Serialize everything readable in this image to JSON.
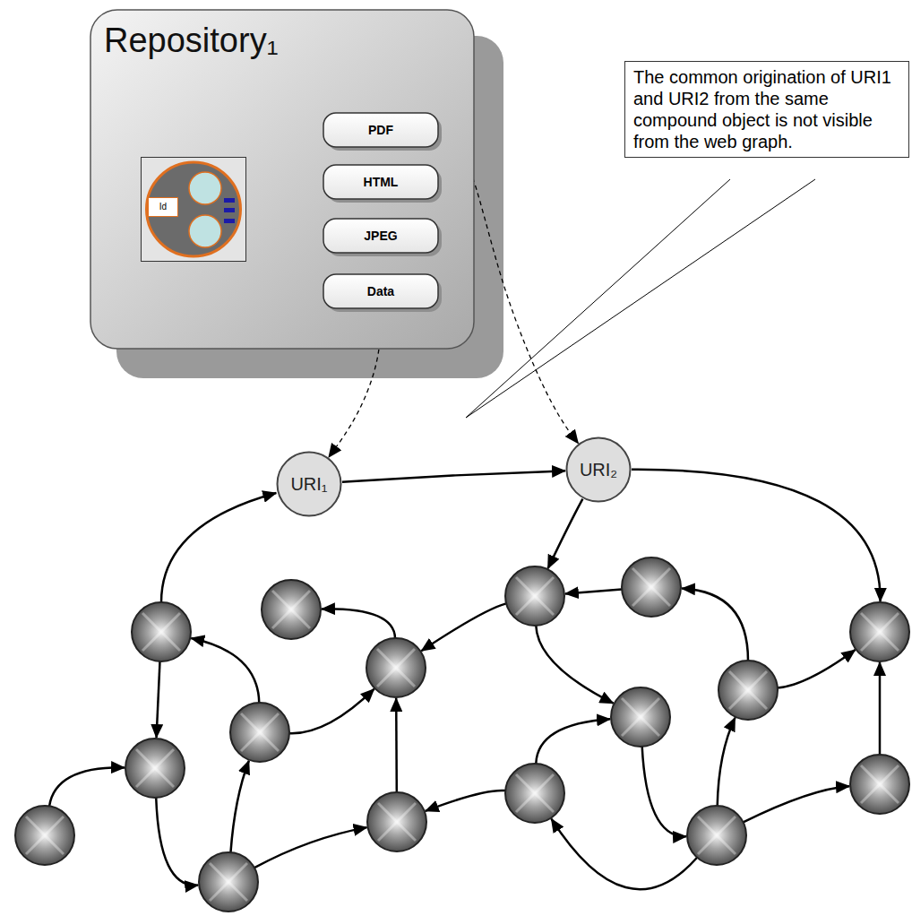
{
  "diagram": {
    "nodes": [
      {
        "text": [
          "Repository₁"
        ]
      },
      {
        "text": [
          "Id"
        ],
        "in": 0
      },
      {
        "text": [
          "PDF"
        ],
        "in": 0
      },
      {
        "text": [
          "HTML"
        ],
        "in": 0
      },
      {
        "text": [
          "JPEG"
        ],
        "in": 0
      },
      {
        "text": [
          "Data"
        ],
        "in": 0
      },
      {
        "text": [
          "The common origination of URI1 and URI2 from the same compound object is not visible from the web graph."
        ]
      },
      {
        "text": [
          "URI₁"
        ]
      },
      {
        "text": [
          "URI₂"
        ]
      }
    ],
    "edges": [
      {
        "from": 1,
        "to": 2,
        "arrow": "to"
      },
      {
        "from": 1,
        "to": 3,
        "arrow": "to"
      },
      {
        "from": 1,
        "to": 4,
        "arrow": "to"
      },
      {
        "from": 1,
        "to": 5,
        "arrow": "to"
      },
      {
        "from": 5,
        "to": 7,
        "arrow": "to"
      },
      {
        "from": 2,
        "to": 8,
        "arrow": "to"
      },
      {
        "from": 7,
        "to": 8,
        "arrow": "to"
      }
    ]
  }
}
